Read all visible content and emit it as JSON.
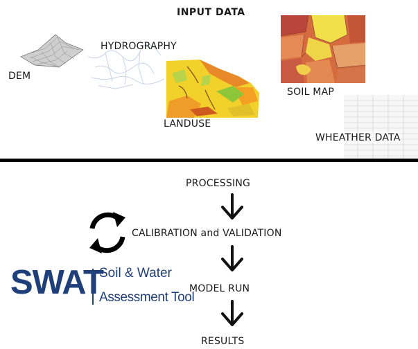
{
  "input": {
    "title": "INPUT DATA",
    "dem_label": "DEM",
    "hydrography_label": "HYDROGRAPHY",
    "landuse_label": "LANDUSE",
    "soil_map_label": "SOIL MAP",
    "weather_label": "WHEATHER DATA"
  },
  "workflow": {
    "steps": [
      "PROCESSING",
      "CALIBRATION and VALIDATION",
      "MODEL RUN",
      "RESULTS"
    ]
  },
  "swat": {
    "acronym": "SWAT",
    "name_line1": "Soil & Water",
    "name_line2": "Assessment Tool",
    "color": "#1f3f7a"
  },
  "icons": {
    "cycle": "circular-arrows-icon",
    "flow": "arrow-down-icon",
    "dem": "terrain-mesh-icon",
    "hydrography": "river-network-icon",
    "landuse": "landuse-map-icon",
    "soil": "soil-map-icon",
    "weather": "weather-table-icon"
  }
}
